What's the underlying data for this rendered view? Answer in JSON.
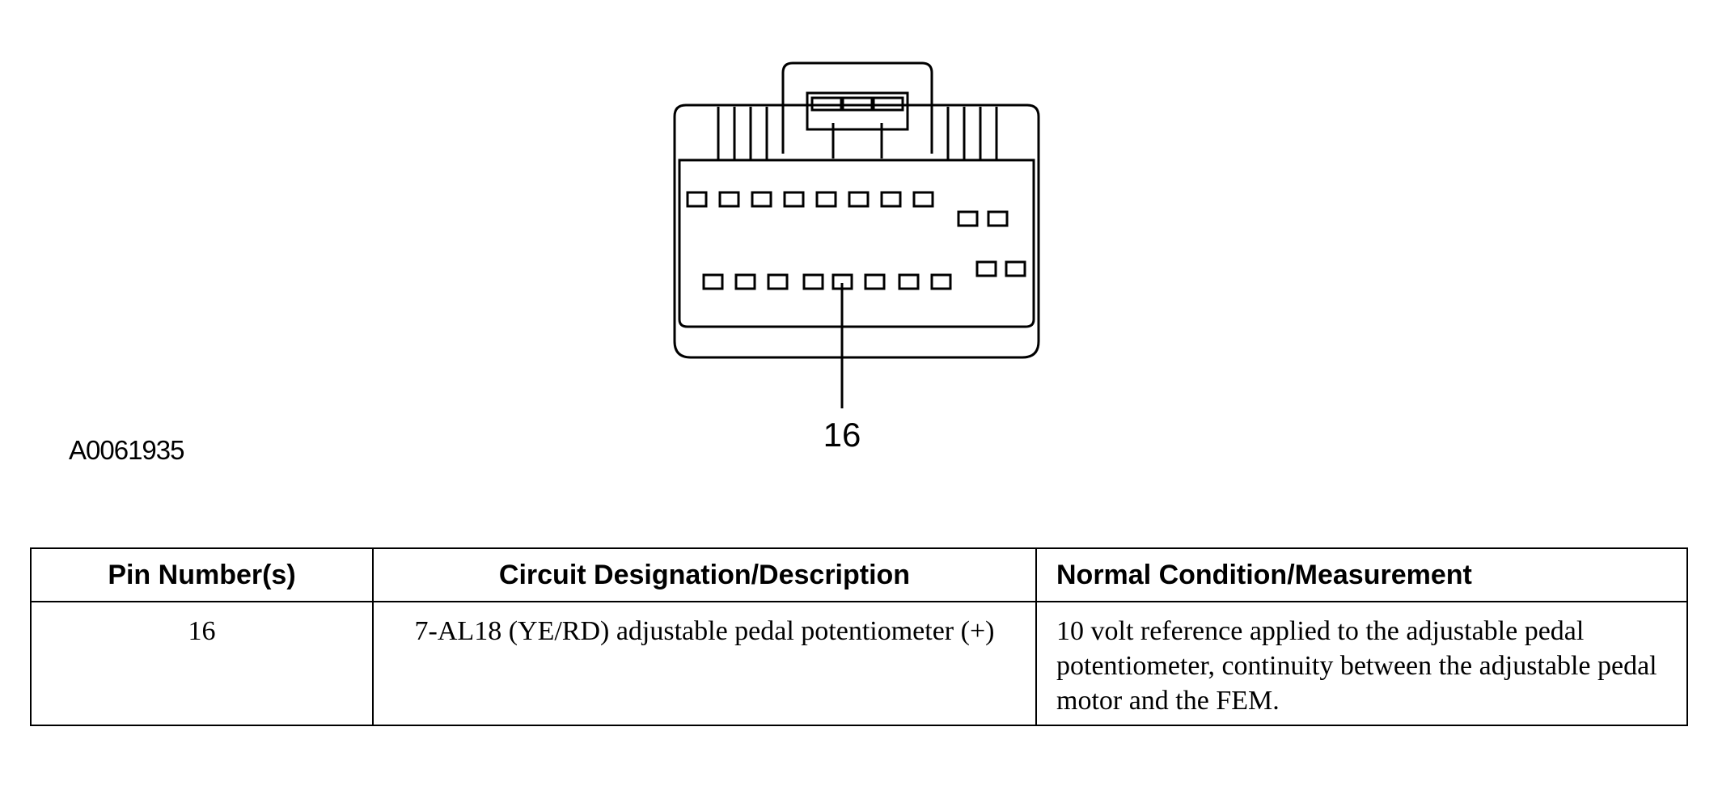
{
  "figure": {
    "id": "A0061935",
    "callout_pin": "16"
  },
  "table": {
    "headers": [
      "Pin Number(s)",
      "Circuit Designation/Description",
      "Normal Condition/Measurement"
    ],
    "rows": [
      {
        "pin": "16",
        "circuit": "7-AL18 (YE/RD) adjustable pedal potentiometer (+)",
        "measurement": "10 volt reference applied to the adjustable pedal potentiometer, continuity between the adjustable pedal motor and the FEM."
      }
    ]
  }
}
